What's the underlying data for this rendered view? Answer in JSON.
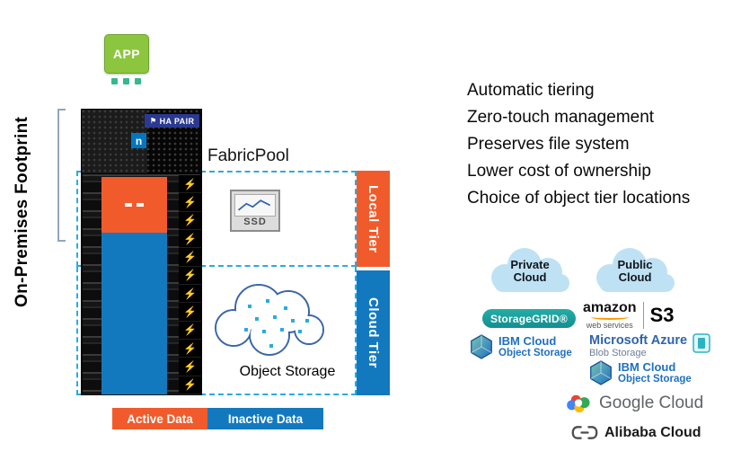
{
  "diagram": {
    "on_premises_label": "On-Premises Footprint",
    "app_label": "APP",
    "ha_pair_label": "HA PAIR",
    "netapp_logo_letter": "n",
    "fabricpool_label": "FabricPool",
    "ssd_label": "SSD",
    "local_tier_label": "Local Tier",
    "cloud_tier_label": "Cloud Tier",
    "object_storage_label": "Object Storage",
    "legend": {
      "active_label": "Active Data",
      "inactive_label": "Inactive Data"
    }
  },
  "benefits": [
    "Automatic tiering",
    "Zero-touch management",
    "Preserves file system",
    "Lower cost of ownership",
    "Choice of object tier locations"
  ],
  "object_tiers": {
    "private_cloud": {
      "line1": "Private",
      "line2": "Cloud"
    },
    "public_cloud": {
      "line1": "Public",
      "line2": "Cloud"
    },
    "storagegrid_label": "StorageGRID®",
    "aws": {
      "name": "amazon",
      "sub": "web services",
      "s3": "S3"
    },
    "ibm_private": {
      "name": "IBM Cloud",
      "sub": "Object Storage"
    },
    "azure": {
      "name": "Microsoft Azure",
      "sub": "Blob Storage"
    },
    "ibm_public": {
      "name": "IBM Cloud",
      "sub": "Object Storage"
    },
    "google_label": "Google Cloud",
    "alibaba_label": "Alibaba Cloud"
  },
  "icons": {
    "bolt": "⚡",
    "flag": "⚑"
  },
  "colors": {
    "active_orange": "#F15B2B",
    "inactive_blue": "#1379BF",
    "dashed_border_blue": "#29ABE2",
    "storagegrid_teal": "#17A79F",
    "ibm_blue": "#1F70C1",
    "app_green": "#8CC63E",
    "aws_orange": "#FF9900"
  }
}
